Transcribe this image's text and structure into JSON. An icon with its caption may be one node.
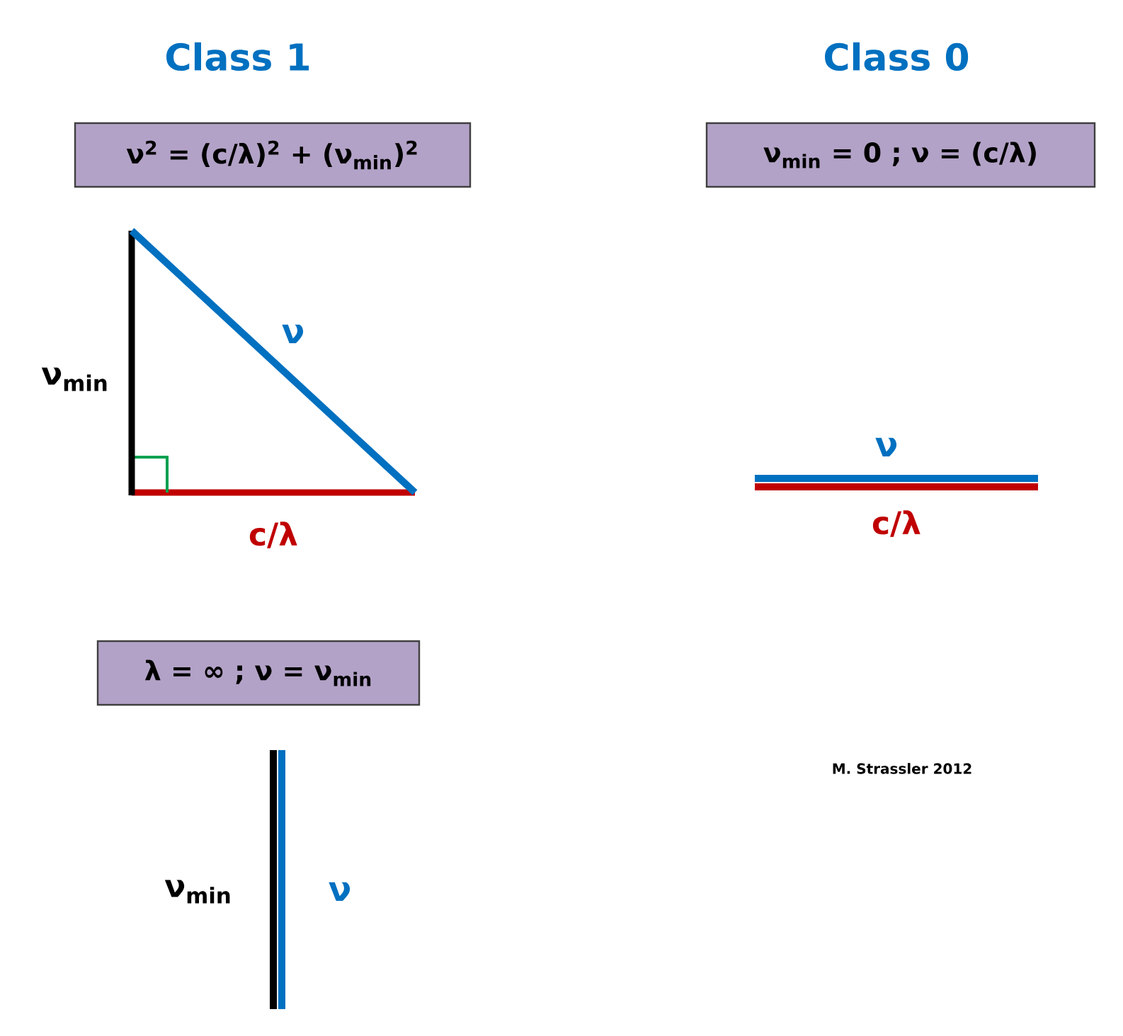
{
  "diagram": {
    "nodes": [
      {
        "text": [
          "ν$^{2}$ = (c/λ)$^{2}$ + (ν$_{min}$)$^{2}$"
        ]
      },
      {
        "text": [
          "ν$_{min}$ = 0  ;  ν = (c/λ)"
        ]
      },
      {
        "text": [
          "λ = ∞ ; ν = ν$_{min}$"
        ]
      }
    ],
    "labels": [
      "Class 1",
      "Class 0",
      "ν$_{min}$",
      "ν",
      "c/λ",
      "ν",
      "c/λ",
      "ν$_{min}$",
      "ν",
      "M. Strassler 2012"
    ]
  }
}
